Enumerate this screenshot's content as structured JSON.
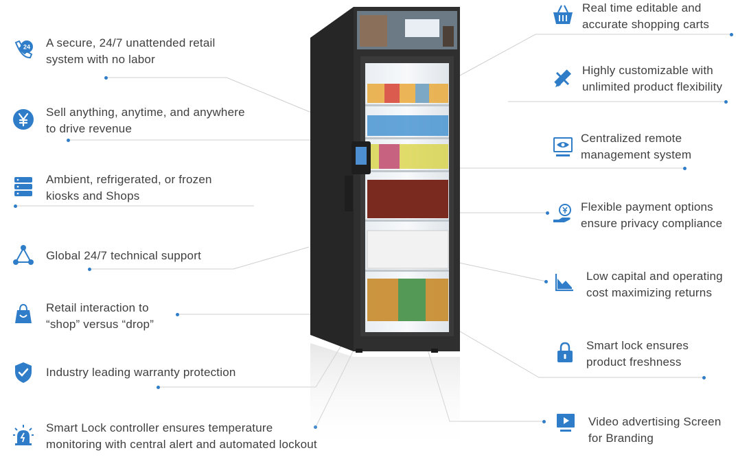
{
  "features_left": [
    {
      "icon": "phone-24-icon",
      "text": [
        "A secure, 24/7 unattended retail",
        "system with no labor"
      ]
    },
    {
      "icon": "yen-coin-icon",
      "text": [
        "Sell anything, anytime,  and anywhere",
        "to drive revenue"
      ]
    },
    {
      "icon": "server-stack-icon",
      "text": [
        "Ambient, refrigerated, or frozen",
        "kiosks and Shops"
      ]
    },
    {
      "icon": "network-nodes-icon",
      "text": [
        "Global 24/7 technical support"
      ]
    },
    {
      "icon": "shopping-bag-icon",
      "text": [
        "Retail interaction to",
        "“shop” versus “drop”"
      ]
    },
    {
      "icon": "shield-check-icon",
      "text": [
        "Industry leading warranty protection"
      ]
    },
    {
      "icon": "alarm-light-icon",
      "text": [
        "Smart Lock controller ensures temperature",
        "monitoring with central alert and automated lockout"
      ]
    }
  ],
  "features_right": [
    {
      "icon": "shopping-basket-icon",
      "text": [
        "Real time editable and",
        "accurate shopping carts"
      ]
    },
    {
      "icon": "pencil-ruler-icon",
      "text": [
        "Highly customizable with",
        "unlimited product flexibility"
      ]
    },
    {
      "icon": "monitor-eye-icon",
      "text": [
        "Centralized remote",
        "management system"
      ]
    },
    {
      "icon": "hand-coin-icon",
      "text": [
        "Flexible payment options",
        "ensure privacy compliance"
      ]
    },
    {
      "icon": "chart-down-icon",
      "text": [
        "Low capital and operating",
        "cost maximizing returns"
      ]
    },
    {
      "icon": "padlock-icon",
      "text": [
        "Smart lock ensures",
        "product freshness"
      ]
    },
    {
      "icon": "video-play-icon",
      "text": [
        "Video advertising Screen",
        "for Branding"
      ]
    }
  ],
  "colors": {
    "accent": "#2f7dc8",
    "text": "#3f3f3f",
    "line": "#d0d0d0",
    "cabinet": "#2b2b2b"
  }
}
